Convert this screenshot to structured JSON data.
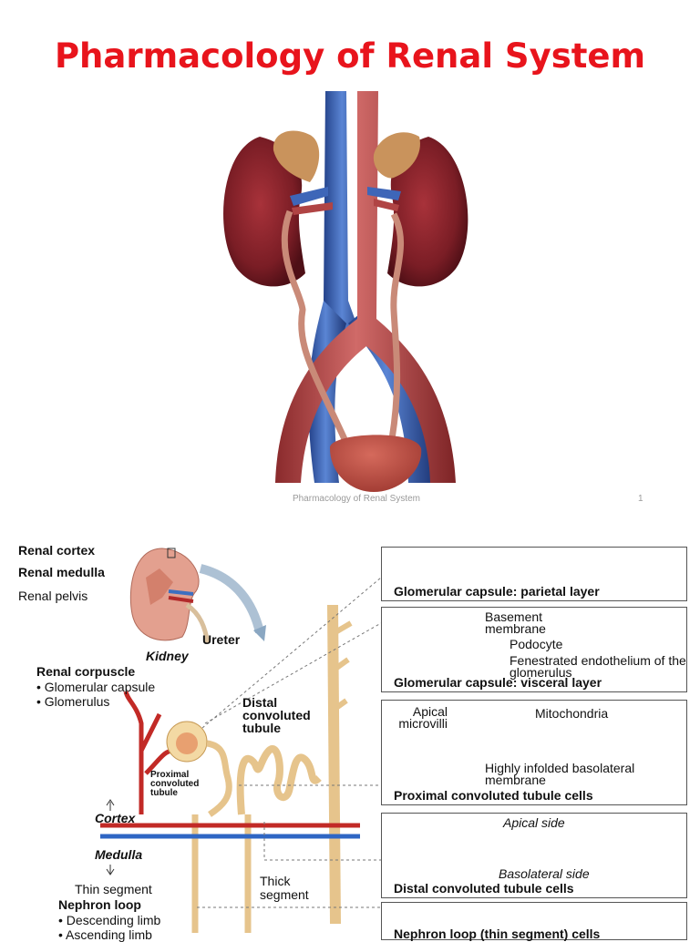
{
  "slide1": {
    "title": "Pharmacology of Renal System",
    "footer_text": "Pharmacology of Renal System",
    "page_number": "1"
  },
  "slide2": {
    "left": {
      "renal_cortex": "Renal cortex",
      "renal_medulla": "Renal medulla",
      "renal_pelvis": "Renal pelvis",
      "ureter": "Ureter",
      "kidney": "Kidney",
      "renal_corpuscle": "Renal corpuscle",
      "glomerular_capsule": "• Glomerular capsule",
      "glomerulus": "• Glomerulus",
      "distal_convoluted_tubule": "Distal convoluted tubule",
      "proximal_convoluted_tubule": "Proximal convoluted tubule",
      "cortex": "Cortex",
      "medulla": "Medulla",
      "thin_segment": "Thin segment",
      "thick_segment": "Thick segment",
      "nephron_loop": "Nephron loop",
      "descending_limb": "• Descending limb",
      "ascending_limb": "• Ascending limb"
    },
    "boxes": [
      {
        "caption": "Glomerular capsule: parietal layer"
      },
      {
        "caption": "Glomerular capsule: visceral layer",
        "labels": {
          "basement_membrane": "Basement membrane",
          "podocyte": "Podocyte",
          "fenestrated": "Fenestrated endothelium of the glomerulus"
        }
      },
      {
        "caption": "Proximal convoluted tubule cells",
        "labels": {
          "apical_microvilli": "Apical microvilli",
          "mitochondria": "Mitochondria",
          "infolded": "Highly infolded basolateral membrane"
        }
      },
      {
        "caption": "Distal convoluted tubule cells",
        "labels": {
          "apical_side": "Apical side",
          "basolateral_side": "Basolateral side"
        }
      },
      {
        "caption": "Nephron loop (thin segment) cells"
      }
    ]
  }
}
